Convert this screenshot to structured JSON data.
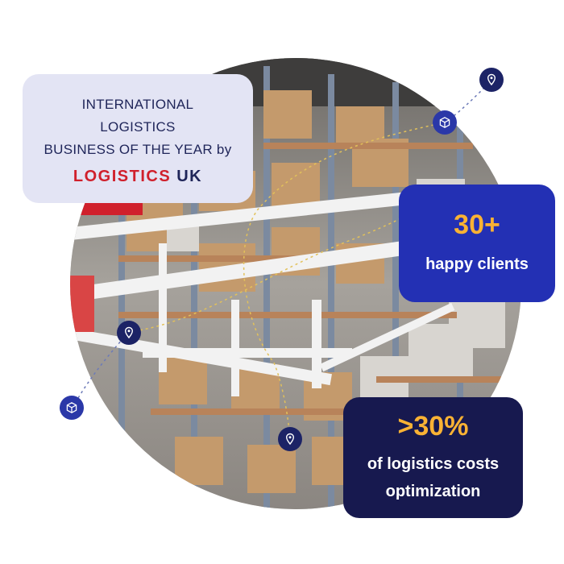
{
  "award": {
    "line1": "INTERNATIONAL",
    "line2": "LOGISTICS",
    "line3": "BUSINESS OF THE YEAR by",
    "logo_part1": "LOGISTICS",
    "logo_part2": "UK"
  },
  "stats": [
    {
      "value": "30+",
      "label_line1": "happy clients"
    },
    {
      "value": ">30%",
      "label_line1": "of logistics costs",
      "label_line2": "optimization"
    }
  ],
  "colors": {
    "award_bg": "#e3e4f4",
    "text_dark": "#1f2559",
    "logo_red": "#d0202c",
    "card_blue": "#2330b4",
    "card_navy": "#17194f",
    "accent_yellow": "#f9b234",
    "pin": "#1c2366"
  },
  "icons": [
    "location-pin-icon",
    "package-box-icon"
  ]
}
